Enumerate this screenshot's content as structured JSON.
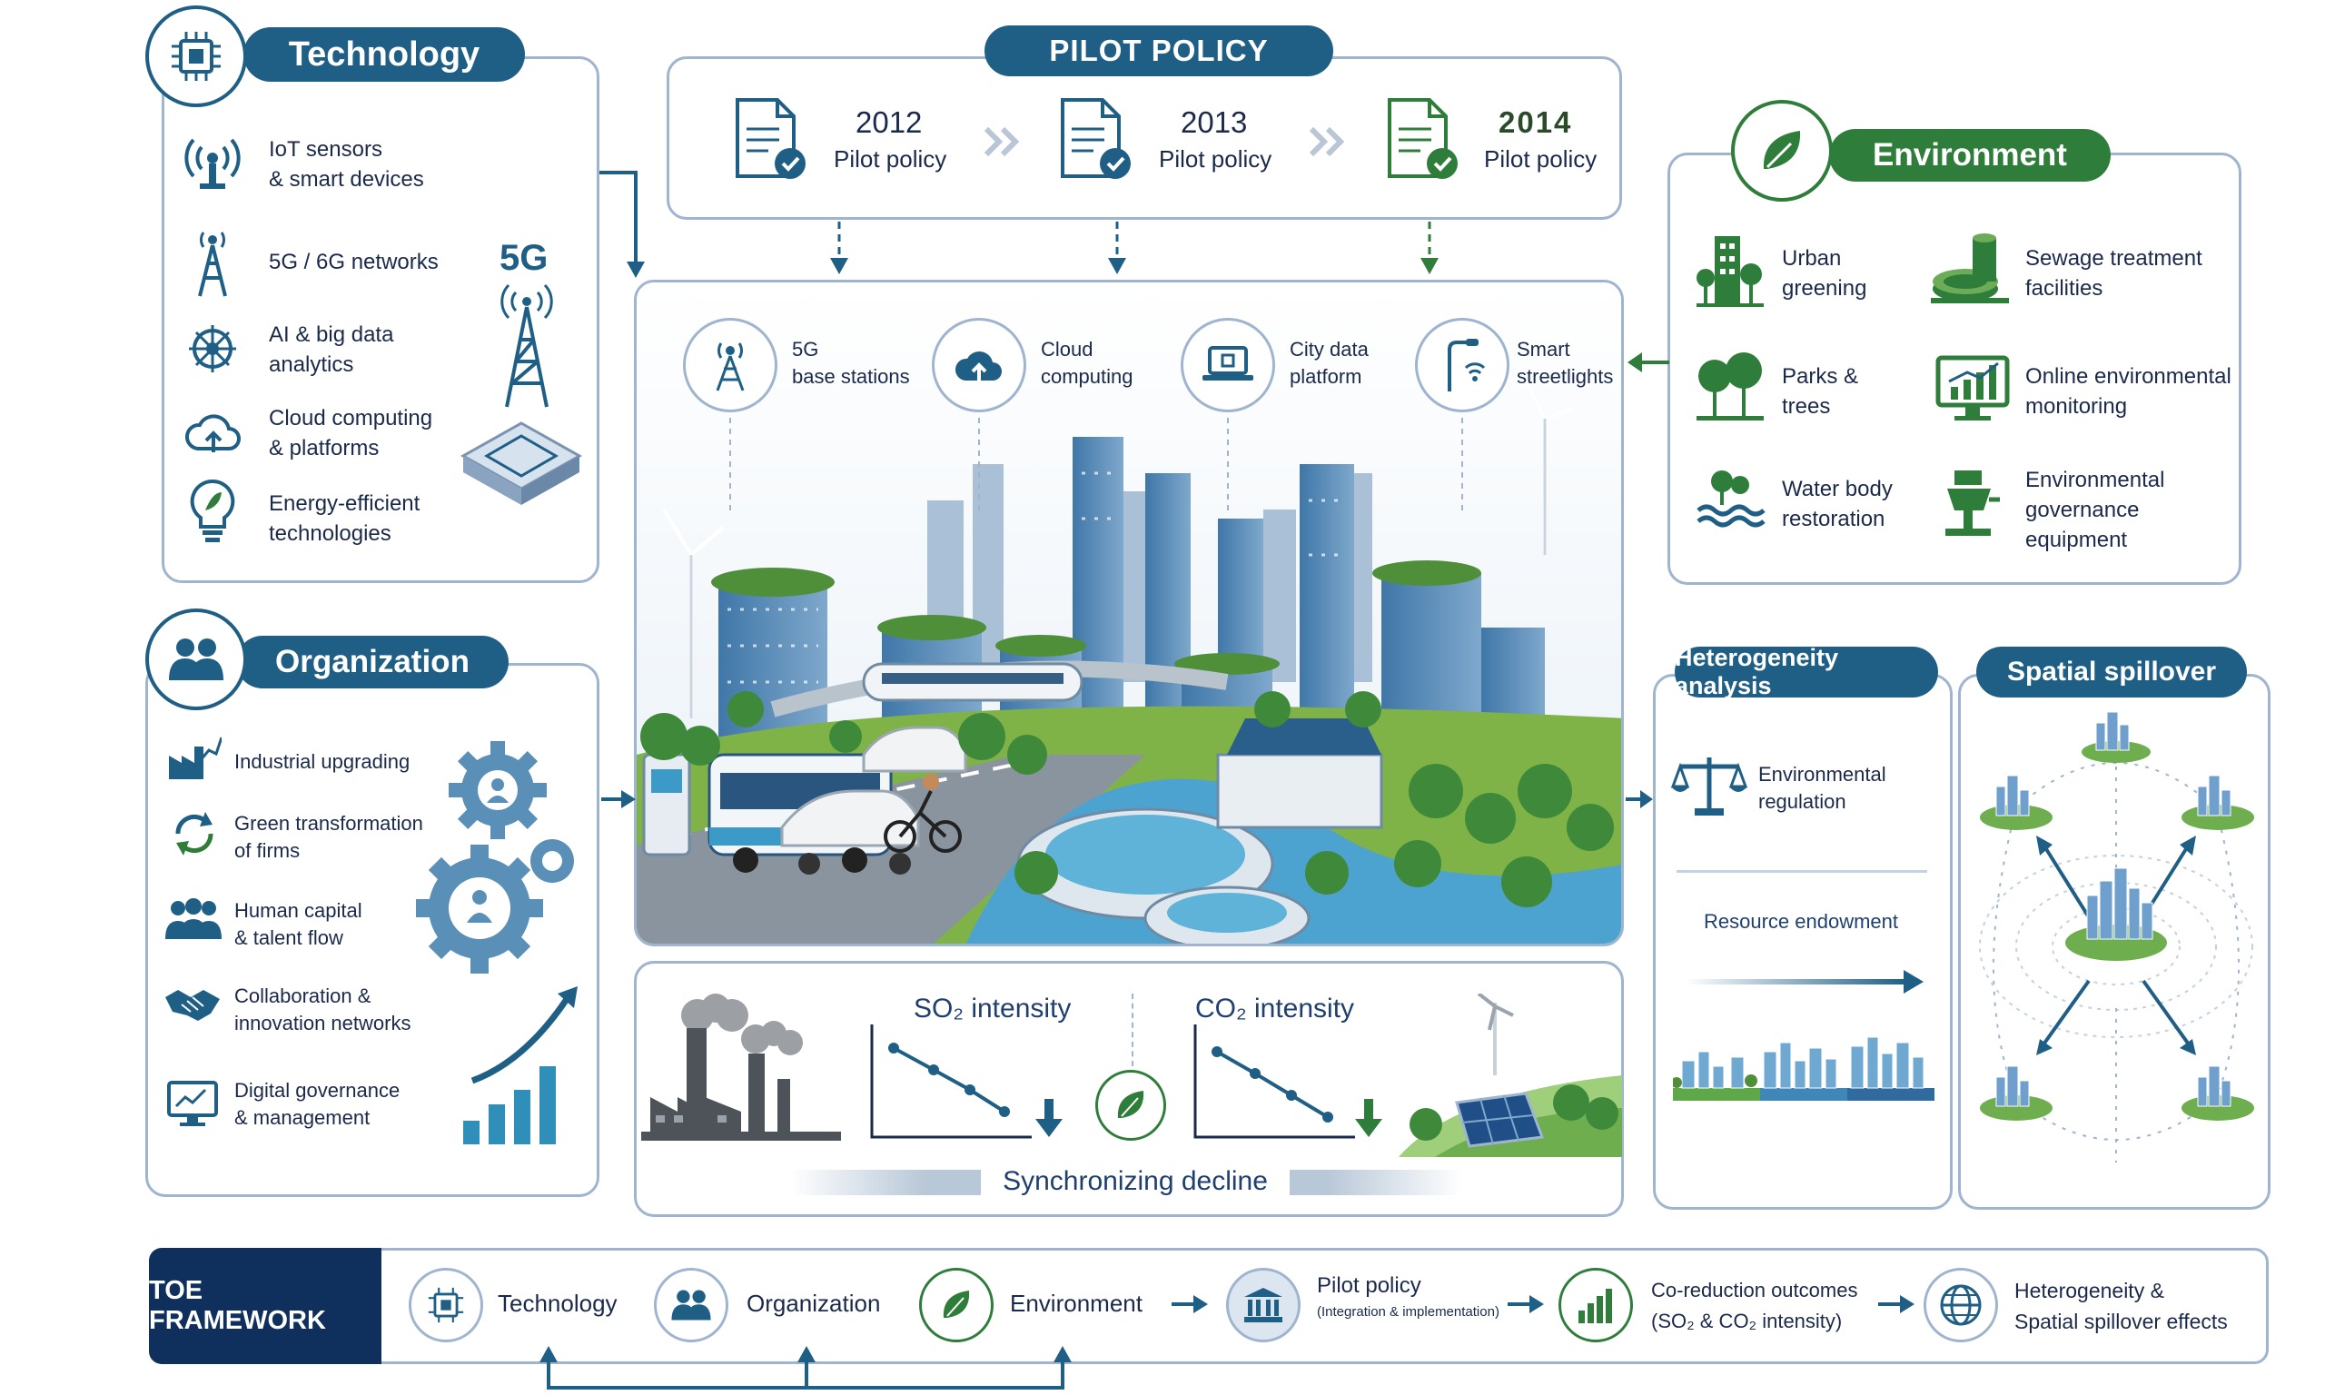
{
  "colors": {
    "accent_blue": "#1f5f86",
    "accent_green": "#2f7d3a",
    "navy": "#0f2f5c",
    "border": "#9fb4cf"
  },
  "technology": {
    "title": "Technology",
    "items": [
      {
        "line1": "IoT sensors",
        "line2": "& smart devices",
        "icon": "antenna-icon"
      },
      {
        "line1": "5G / 6G networks",
        "line2": "",
        "icon": "tower-icon"
      },
      {
        "line1": "AI & big data",
        "line2": "analytics",
        "icon": "network-icon"
      },
      {
        "line1": "Cloud computing",
        "line2": "& platforms",
        "icon": "cloud-icon"
      },
      {
        "line1": "Energy-efficient",
        "line2": "technologies",
        "icon": "bulb-icon"
      }
    ],
    "badge": "5G"
  },
  "pilot_policy": {
    "title": "PILOT POLICY",
    "items": [
      {
        "year": "2012",
        "label": "Pilot policy"
      },
      {
        "year": "2013",
        "label": "Pilot policy"
      },
      {
        "year": "2014",
        "label": "Pilot policy"
      }
    ]
  },
  "environment": {
    "title": "Environment",
    "items": [
      {
        "line1": "Urban",
        "line2": "greening",
        "line3": "",
        "icon": "building-tree-icon"
      },
      {
        "line1": "Sewage treatment",
        "line2": "facilities",
        "line3": "",
        "icon": "sewage-tank-icon"
      },
      {
        "line1": "Parks &",
        "line2": "trees",
        "line3": "",
        "icon": "trees-icon"
      },
      {
        "line1": "Online environmental",
        "line2": "monitoring",
        "line3": "",
        "icon": "monitor-chart-icon"
      },
      {
        "line1": "Water body",
        "line2": "restoration",
        "line3": "",
        "icon": "water-icon"
      },
      {
        "line1": "Environmental",
        "line2": "governance",
        "line3": "equipment",
        "icon": "equipment-icon"
      }
    ]
  },
  "city": {
    "infra": [
      {
        "line1": "5G",
        "line2": "base stations",
        "icon": "antenna-icon"
      },
      {
        "line1": "Cloud",
        "line2": "computing",
        "icon": "cloud-upload-icon"
      },
      {
        "line1": "City data",
        "line2": "platform",
        "icon": "laptop-icon"
      },
      {
        "line1": "Smart",
        "line2": "streetlights",
        "icon": "streetlight-icon"
      }
    ]
  },
  "organization": {
    "title": "Organization",
    "items": [
      {
        "line1": "Industrial upgrading",
        "line2": "",
        "icon": "factory-chart-icon"
      },
      {
        "line1": "Green transformation",
        "line2": "of firms",
        "icon": "recycle-icon"
      },
      {
        "line1": "Human capital",
        "line2": "& talent flow",
        "icon": "people-icon"
      },
      {
        "line1": "Collaboration &",
        "line2": "innovation networks",
        "icon": "handshake-icon"
      },
      {
        "line1": "Digital governance",
        "line2": "& management",
        "icon": "monitor-icon"
      }
    ]
  },
  "emissions": {
    "so2_title": "SO₂ intensity",
    "co2_title": "CO₂ intensity",
    "decline_label": "Synchronizing decline"
  },
  "heterogeneity": {
    "title": "Heterogeneity analysis",
    "item1_line1": "Environmental",
    "item1_line2": "regulation",
    "item2": "Resource endowment"
  },
  "spillover": {
    "title": "Spatial spillover"
  },
  "toe": {
    "title": "TOE FRAMEWORK",
    "steps": [
      {
        "line1": "Technology",
        "line2": "",
        "icon": "chip-icon"
      },
      {
        "line1": "Organization",
        "line2": "",
        "icon": "people-icon"
      },
      {
        "line1": "Environment",
        "line2": "",
        "icon": "leaf-icon"
      },
      {
        "line1": "Pilot policy",
        "line2": "(Integration & implementation)",
        "icon": "government-building-icon"
      },
      {
        "line1": "Co-reduction outcomes",
        "line2": "(SO₂ & CO₂ intensity)",
        "icon": "bar-chart-leaf-icon"
      },
      {
        "line1": "Heterogeneity &",
        "line2": "Spatial spillover effects",
        "icon": "globe-icon"
      }
    ]
  }
}
